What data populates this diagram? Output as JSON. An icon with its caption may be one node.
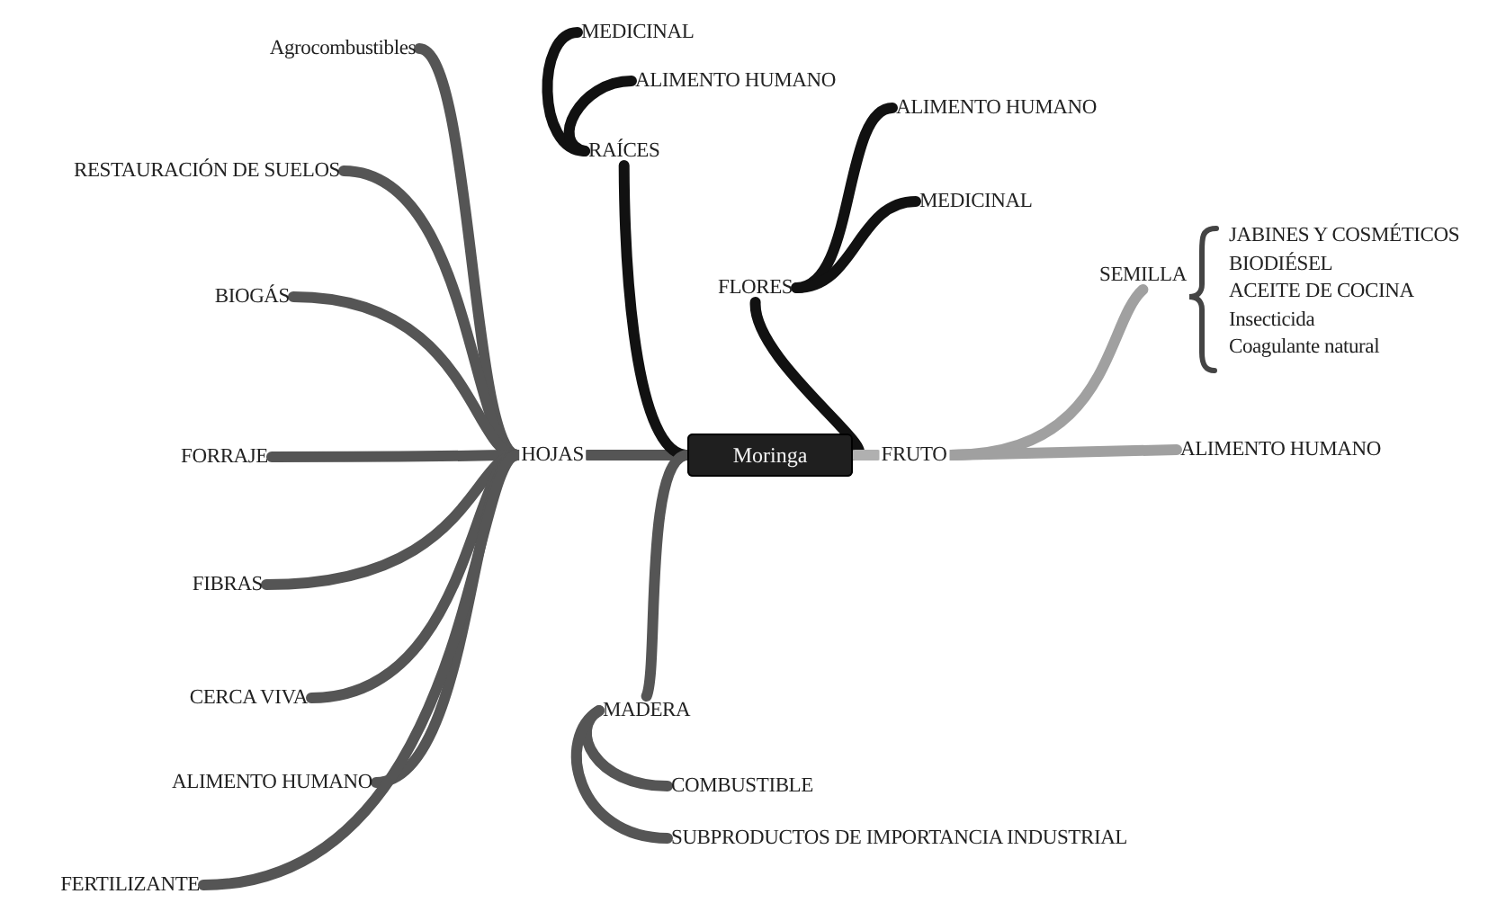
{
  "diagram": {
    "nodes": [
      {
        "text": [
          "Moringa"
        ]
      },
      {
        "text": [
          "HOJAS"
        ]
      },
      {
        "text": [
          "Agrocombustibles"
        ]
      },
      {
        "text": [
          "RESTAURACIÓN DE SUELOS"
        ]
      },
      {
        "text": [
          "BIOGÁS"
        ]
      },
      {
        "text": [
          "FORRAJE"
        ]
      },
      {
        "text": [
          "FIBRAS"
        ]
      },
      {
        "text": [
          "CERCA VIVA"
        ]
      },
      {
        "text": [
          "ALIMENTO HUMANO"
        ]
      },
      {
        "text": [
          "FERTILIZANTE"
        ]
      },
      {
        "text": [
          "RAÍCES"
        ]
      },
      {
        "text": [
          "MEDICINAL"
        ]
      },
      {
        "text": [
          "ALIMENTO HUMANO"
        ]
      },
      {
        "text": [
          "FLORES"
        ]
      },
      {
        "text": [
          "ALIMENTO HUMANO"
        ]
      },
      {
        "text": [
          "MEDICINAL"
        ]
      },
      {
        "text": [
          "FRUTO"
        ]
      },
      {
        "text": [
          "SEMILLA"
        ]
      },
      {
        "text": [
          "ALIMENTO HUMANO"
        ]
      },
      {
        "text": [
          "MADERA"
        ]
      },
      {
        "text": [
          "COMBUSTIBLE"
        ]
      },
      {
        "text": [
          "SUBPRODUCTOS DE IMPORTANCIA INDUSTRIAL"
        ]
      }
    ],
    "edges": [
      {
        "from": 0,
        "to": 1,
        "arrow": "none"
      },
      {
        "from": 1,
        "to": 2,
        "arrow": "none"
      },
      {
        "from": 1,
        "to": 3,
        "arrow": "none"
      },
      {
        "from": 1,
        "to": 4,
        "arrow": "none"
      },
      {
        "from": 1,
        "to": 5,
        "arrow": "none"
      },
      {
        "from": 1,
        "to": 6,
        "arrow": "none"
      },
      {
        "from": 1,
        "to": 7,
        "arrow": "none"
      },
      {
        "from": 1,
        "to": 8,
        "arrow": "none"
      },
      {
        "from": 1,
        "to": 9,
        "arrow": "none"
      },
      {
        "from": 0,
        "to": 10,
        "arrow": "none",
        "color": "#111111"
      },
      {
        "from": 10,
        "to": 11,
        "arrow": "none",
        "color": "#111111"
      },
      {
        "from": 10,
        "to": 12,
        "arrow": "none",
        "color": "#111111"
      },
      {
        "from": 0,
        "to": 13,
        "arrow": "none",
        "color": "#111111"
      },
      {
        "from": 13,
        "to": 14,
        "arrow": "none",
        "color": "#111111"
      },
      {
        "from": 13,
        "to": 15,
        "arrow": "none",
        "color": "#111111"
      },
      {
        "from": 0,
        "to": 16,
        "arrow": "none",
        "color": "#b0b0b0"
      },
      {
        "from": 16,
        "to": 17,
        "arrow": "none",
        "color": "#a0a0a0"
      },
      {
        "from": 16,
        "to": 18,
        "arrow": "none",
        "color": "#a0a0a0"
      },
      {
        "from": 0,
        "to": 19,
        "arrow": "none"
      },
      {
        "from": 19,
        "to": 20,
        "arrow": "none"
      },
      {
        "from": 19,
        "to": 21,
        "arrow": "none"
      }
    ],
    "labels": [
      "JABINES Y COSMÉTICOS",
      "BIODIÉSEL",
      "ACEITE DE COCINA",
      "Insecticida",
      "Coagulante natural"
    ]
  }
}
